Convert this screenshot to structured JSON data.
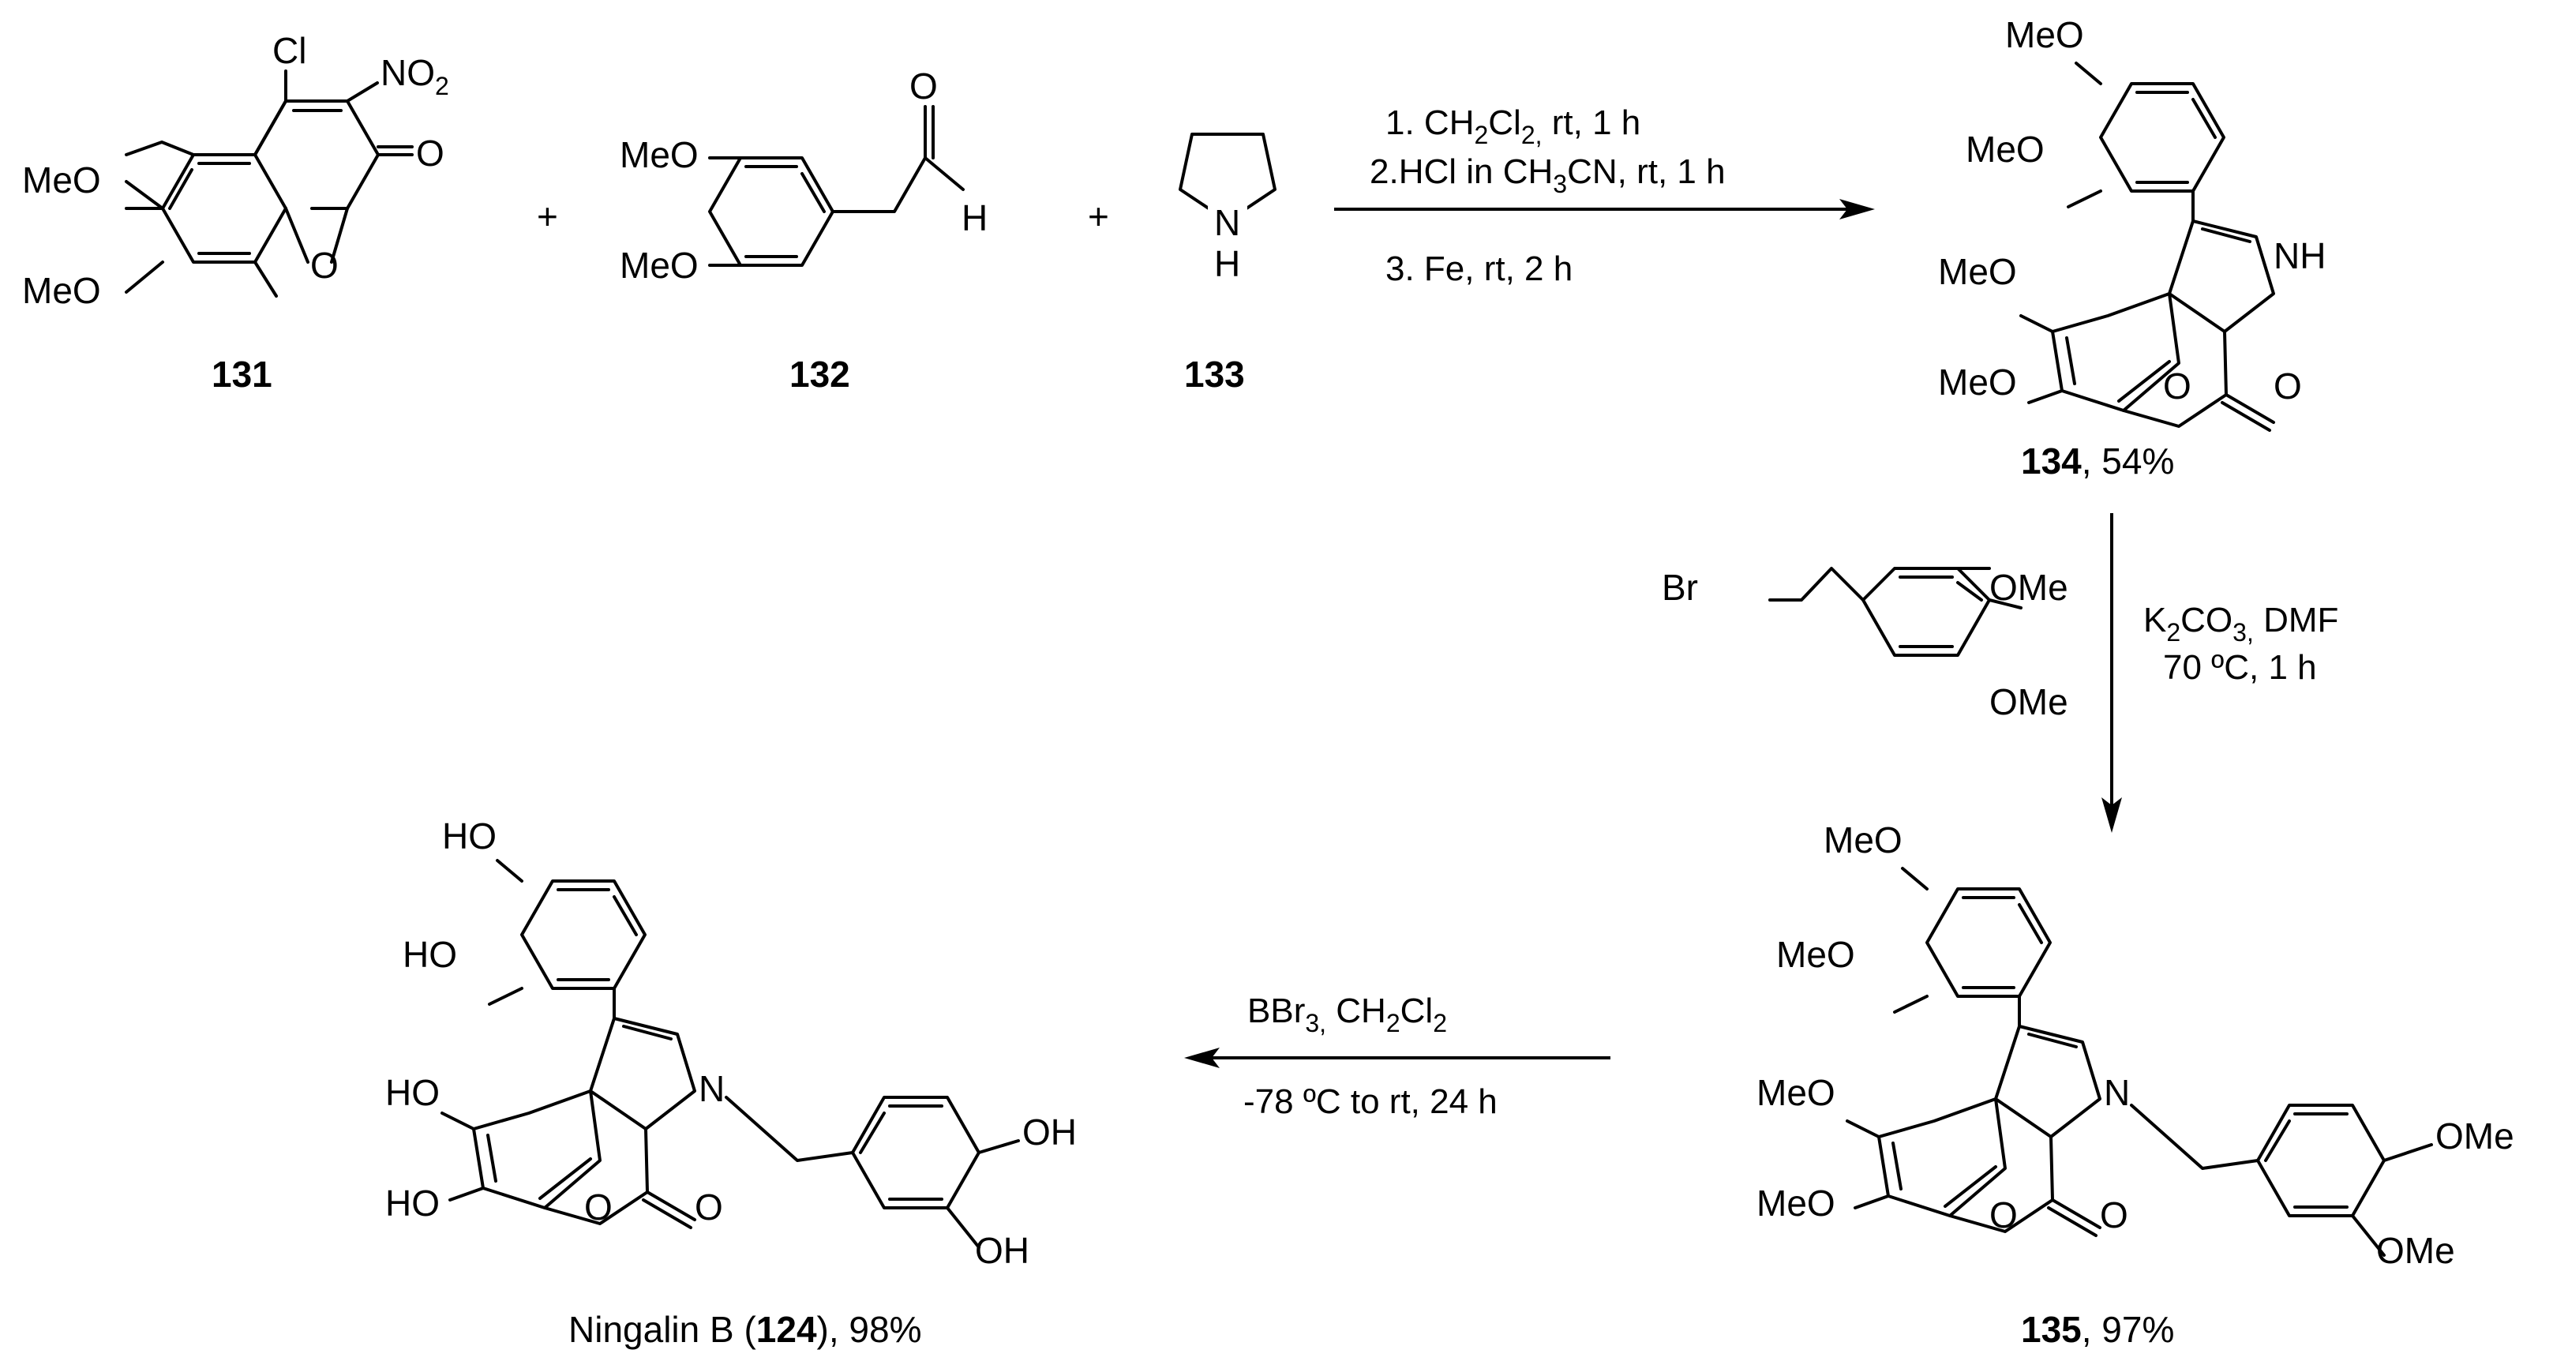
{
  "reaction": {
    "step1": {
      "reagent_131": {
        "label": "131",
        "groups": [
          "MeO",
          "MeO",
          "Cl",
          "NO",
          "2",
          "O",
          "O"
        ]
      },
      "plus_1": "+",
      "reagent_132": {
        "label": "132",
        "groups": [
          "MeO",
          "MeO",
          "O",
          "H"
        ]
      },
      "plus_2": "+",
      "reagent_133": {
        "label": "133",
        "groups": [
          "N",
          "H"
        ]
      },
      "conditions": {
        "line1": {
          "a": "1. CH",
          "b": "2",
          "c": "Cl",
          "d": "2,",
          "e": " rt, 1 h"
        },
        "line2": {
          "a": "2.HCl in CH",
          "b": "3",
          "c": "CN, rt, 1 h"
        },
        "line3": "3. Fe, rt, 2 h"
      },
      "product_134": {
        "label": "134",
        "yield": ", 54%",
        "groups": [
          "MeO",
          "MeO",
          "MeO",
          "MeO",
          "NH",
          "O",
          "O"
        ]
      }
    },
    "step2": {
      "reagent": {
        "groups": [
          "Br",
          "OMe",
          "OMe"
        ]
      },
      "conditions": {
        "line1": {
          "a": "K",
          "b": "2",
          "c": "CO",
          "d": "3,",
          "e": " DMF"
        },
        "line2": "70 ºC, 1 h"
      },
      "product_135": {
        "label": "135",
        "yield": ", 97%",
        "groups": [
          "MeO",
          "MeO",
          "MeO",
          "MeO",
          "N",
          "O",
          "O",
          "OMe",
          "OMe"
        ]
      }
    },
    "step3": {
      "conditions": {
        "line1": {
          "a": "BBr",
          "b": "3,",
          "c": " CH",
          "d": "2",
          "e": "Cl",
          "f": "2"
        },
        "line2": "-78 ºC to rt, 24 h"
      },
      "product_124": {
        "name": "Ningalin B (",
        "label": "124",
        "yield": "), 98%",
        "groups": [
          "HO",
          "HO",
          "HO",
          "HO",
          "N",
          "O",
          "O",
          "OH",
          "OH"
        ]
      }
    }
  }
}
